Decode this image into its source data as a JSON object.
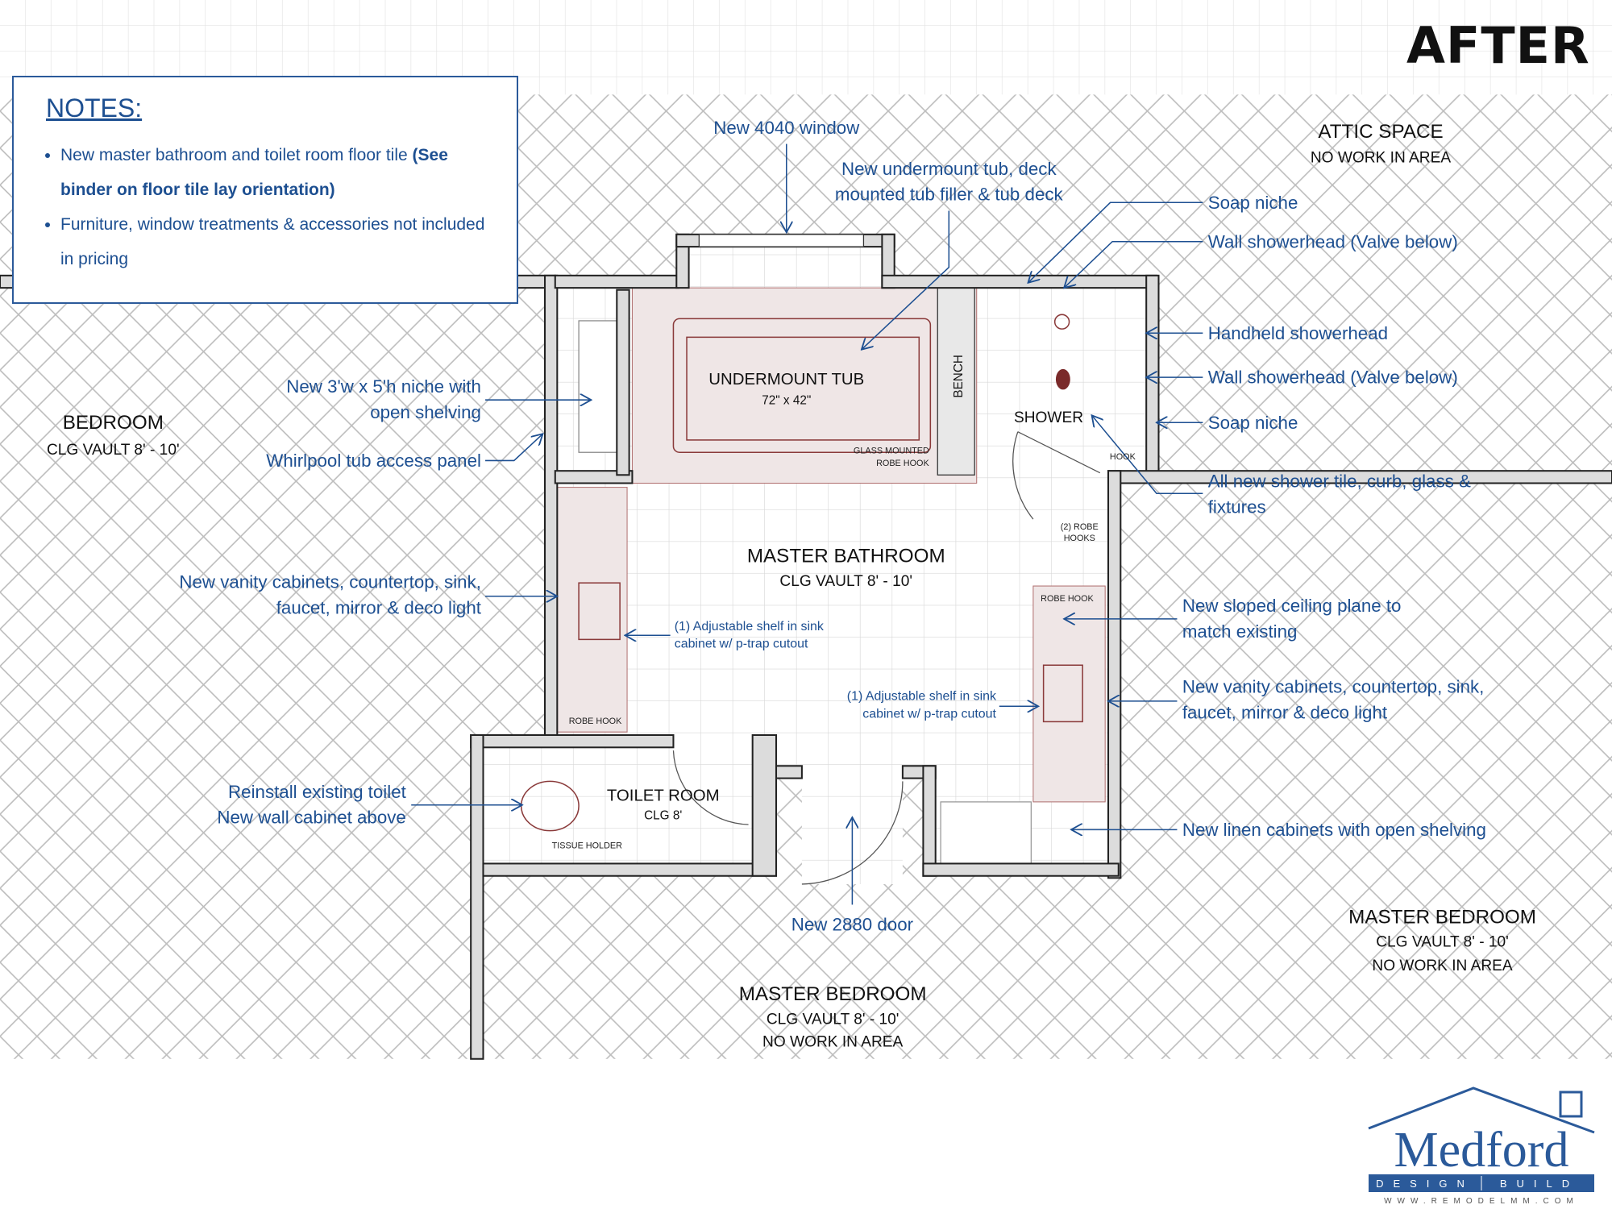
{
  "header": {
    "title": "AFTER"
  },
  "notes": {
    "heading": "NOTES:",
    "items": [
      {
        "text": "New master bathroom and toilet room floor tile ",
        "bold": "(See binder on floor tile lay orientation)"
      },
      {
        "text": "Furniture, window treatments & accessories not included in pricing",
        "bold": ""
      }
    ]
  },
  "rooms": {
    "attic": {
      "name": "ATTIC SPACE",
      "sub": "NO WORK IN AREA"
    },
    "bedroom": {
      "name": "BEDROOM",
      "sub": "CLG VAULT 8' - 10'"
    },
    "master_bath": {
      "name": "MASTER BATHROOM",
      "sub": "CLG VAULT 8' - 10'"
    },
    "toilet_room": {
      "name": "TOILET ROOM",
      "sub": "CLG 8'"
    },
    "master_bed_right": {
      "name": "MASTER BEDROOM",
      "sub": "CLG VAULT 8' - 10'",
      "sub2": "NO WORK IN AREA"
    },
    "master_bed_bottom": {
      "name": "MASTER BEDROOM",
      "sub": "CLG VAULT 8' - 10'",
      "sub2": "NO WORK IN AREA"
    }
  },
  "fixtures": {
    "tub": "UNDERMOUNT TUB",
    "tub_size": "72\" x 42\"",
    "bench": "BENCH",
    "shower": "SHOWER",
    "glass_hook_1": "GLASS MOUNTED",
    "glass_hook_2": "ROBE HOOK",
    "hook": "HOOK",
    "robe_hooks_1": "(2) ROBE",
    "robe_hooks_2": "HOOKS",
    "robe_hook_right": "ROBE HOOK",
    "robe_hook_left": "ROBE HOOK",
    "tissue_holder": "TISSUE HOLDER",
    "shelf_left_1": "(1) Adjustable shelf in sink",
    "shelf_left_2": "cabinet w/ p-trap cutout",
    "shelf_right_1": "(1) Adjustable shelf in sink",
    "shelf_right_2": "cabinet w/ p-trap cutout"
  },
  "callouts": {
    "window": "New 4040 window",
    "tub_1": "New undermount tub, deck",
    "tub_2": "mounted tub filler & tub deck",
    "soap_niche_top": "Soap niche",
    "wall_shower_top": "Wall showerhead (Valve below)",
    "handheld": "Handheld showerhead",
    "wall_shower_mid": "Wall showerhead (Valve below)",
    "soap_niche_bottom": "Soap niche",
    "shower_tile_1": "All new shower tile, curb, glass &",
    "shower_tile_2": "fixtures",
    "sloped_1": "New sloped ceiling plane to",
    "sloped_2": "match existing",
    "vanity_right_1": "New vanity cabinets, countertop, sink,",
    "vanity_right_2": "faucet, mirror & deco light",
    "linen": "New linen cabinets with open shelving",
    "door": "New 2880 door",
    "niche_1": "New 3'w x 5'h niche with",
    "niche_2": "open shelving",
    "access_panel": "Whirlpool tub access panel",
    "vanity_left_1": "New vanity cabinets, countertop, sink,",
    "vanity_left_2": "faucet, mirror & deco light",
    "toilet_1": "Reinstall existing toilet",
    "toilet_2": "New wall cabinet above"
  },
  "logo": {
    "name": "Medford",
    "tagline_1": "DESIGN",
    "tagline_2": "BUILD",
    "url": "WWW.REMODELMM.COM"
  },
  "colors": {
    "annotation": "#1d4f91",
    "fixture": "#8a3a3a",
    "wall": "#dcdcdc"
  }
}
